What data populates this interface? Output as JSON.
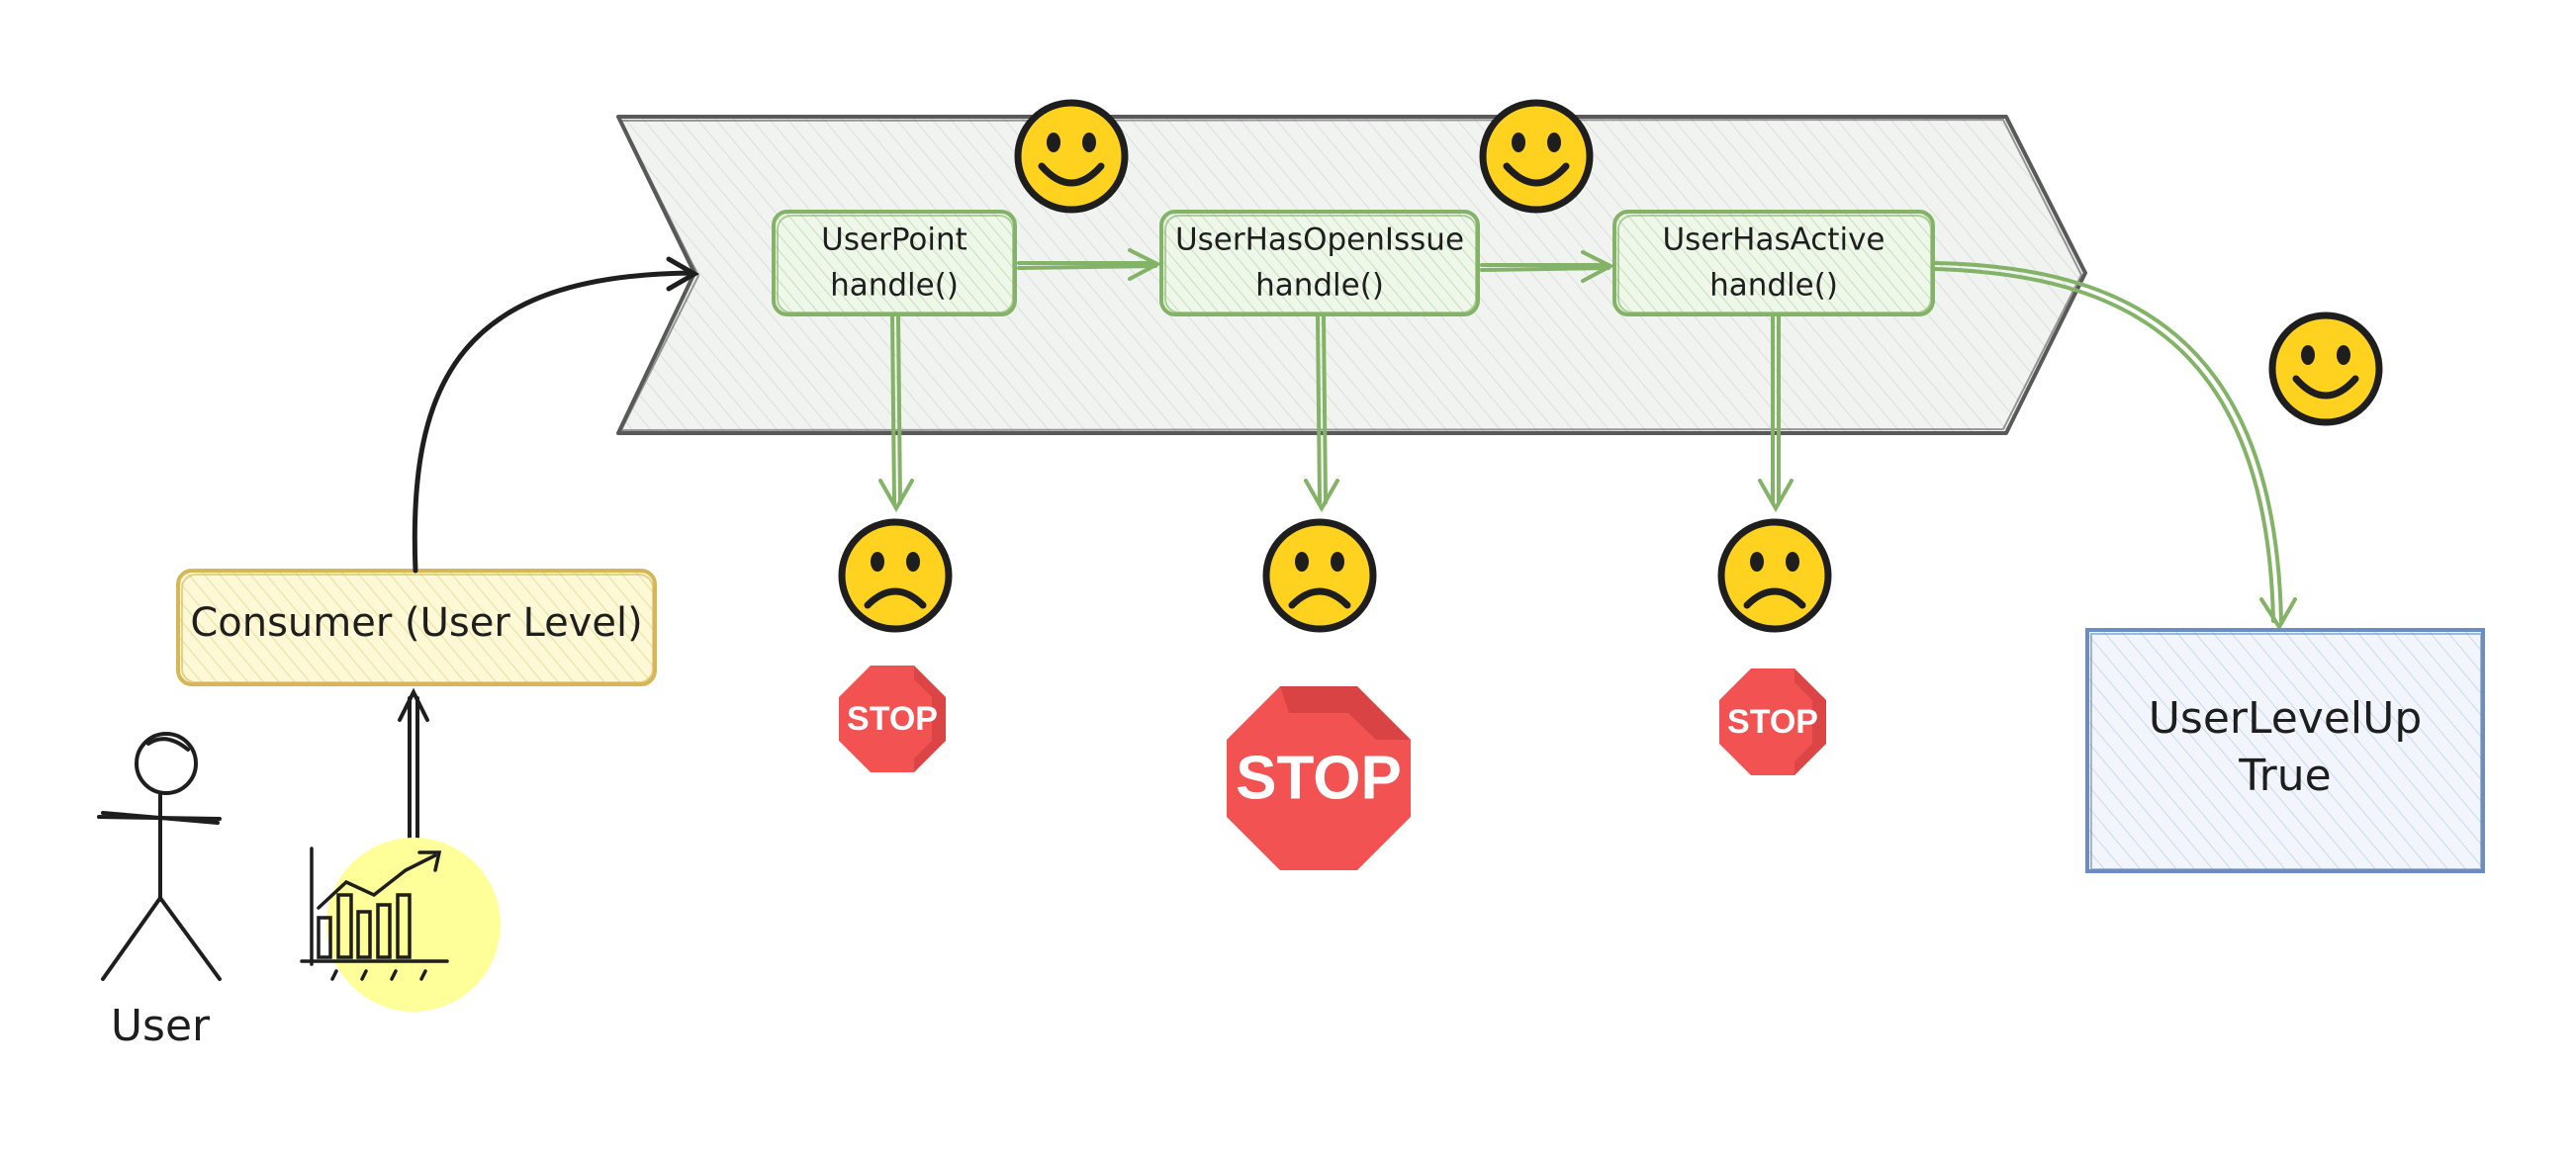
{
  "colors": {
    "pipeline_fill": "#f1f3f1",
    "pipeline_stroke": "#595959",
    "handler_stroke": "#82b366",
    "handler_fill": "#eef7e9",
    "consumer_stroke": "#d6b656",
    "consumer_fill": "#fdf9d7",
    "result_stroke": "#6c8ebf",
    "result_fill": "#f2f6fc",
    "face_fill": "#ffd21f",
    "stop_fill": "#f35252",
    "stop_shade": "#c93a3a",
    "chart_bubble": "#ffff99",
    "ink": "#1e1e1e"
  },
  "diagram": {
    "consumer": {
      "label": "Consumer (User Level)"
    },
    "user": {
      "label": "User",
      "icon": "stick-figure-icon"
    },
    "chart_icon": {
      "icon": "bar-chart-growth-icon"
    },
    "handlers": [
      {
        "name": "UserPoint",
        "method": "handle()"
      },
      {
        "name": "UserHasOpenIssue",
        "method": "handle()"
      },
      {
        "name": "UserHasActive",
        "method": "handle()"
      }
    ],
    "stops": [
      {
        "label": "STOP"
      },
      {
        "label": "STOP"
      },
      {
        "label": "STOP"
      }
    ],
    "result": {
      "line1": "UserLevelUp",
      "line2": "True"
    },
    "faces": {
      "happy": "smiley-happy-icon",
      "sad": "smiley-sad-icon"
    }
  }
}
